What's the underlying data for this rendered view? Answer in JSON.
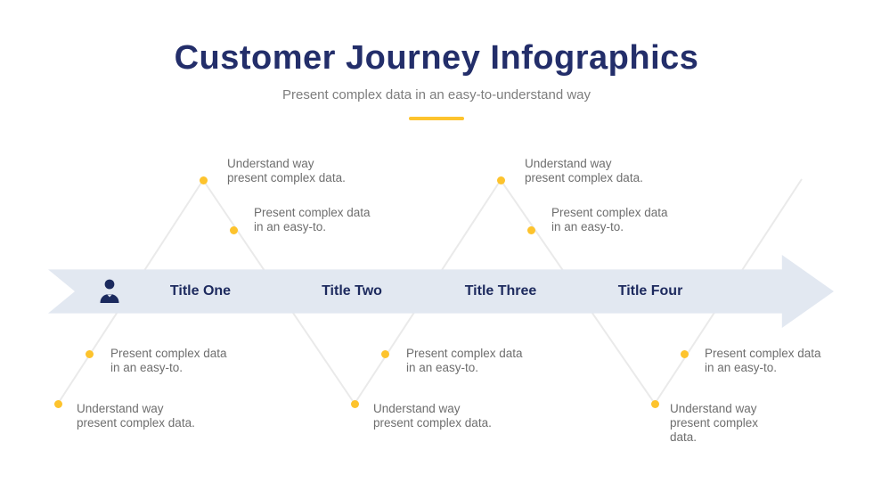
{
  "header": {
    "title": "Customer Journey Infographics",
    "subtitle": "Present complex data in an easy-to-understand way"
  },
  "colors": {
    "navy": "#232e6a",
    "accent_yellow": "#fdc32d",
    "arrow_fill": "#e2e8f1",
    "note_gray": "#6e6e6e",
    "line_gray": "#eaeaea"
  },
  "timeline": {
    "titles": [
      {
        "label": "Title One"
      },
      {
        "label": "Title Two"
      },
      {
        "label": "Title Three"
      },
      {
        "label": "Title Four"
      }
    ]
  },
  "annotations": {
    "top": [
      {
        "primary": "Understand way\npresent complex data.",
        "secondary": "Present complex data\nin an easy-to."
      },
      {
        "primary": "Understand way\npresent complex data.",
        "secondary": "Present complex data\nin an easy-to."
      }
    ],
    "bottom": [
      {
        "primary": "Present complex data\nin an easy-to.",
        "secondary": "Understand way\npresent complex data."
      },
      {
        "primary": "Present complex data\nin an easy-to.",
        "secondary": "Understand way\npresent complex data."
      },
      {
        "primary": "Present complex data\nin an easy-to.",
        "secondary": "Understand way\npresent complex\ndata."
      }
    ]
  }
}
